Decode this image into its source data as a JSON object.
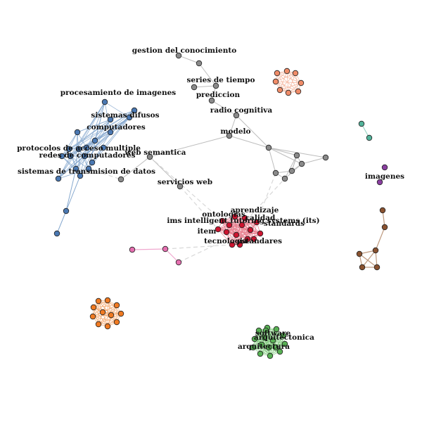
{
  "graph": {
    "type": "network",
    "colors": {
      "gray": "#8a8a8a",
      "blue": "#4a78b2",
      "red": "#cc1530",
      "salmon": "#f08c68",
      "teal": "#52b39a",
      "purple": "#8a3fa0",
      "brown": "#8a5230",
      "pink": "#e56fb0",
      "orange": "#f07a22",
      "green": "#58b154",
      "edge_gray": "#bdbdbd",
      "edge_blue": "#87a9cf",
      "edge_red": "#e88090",
      "edge_salmon": "#f5b49c",
      "edge_teal": "#8fd0bf",
      "edge_brown": "#bf9b80",
      "edge_pink": "#f0a8cf",
      "edge_orange": "#f5ae78",
      "edge_green": "#8ccf88",
      "edge_dashed": "#d8d8d8"
    },
    "labels": [
      "gestion del conocimiento",
      "series de tiempo",
      "prediccion",
      "radio cognitiva",
      "modelo",
      "web semantica",
      "servicios web",
      "procesamiento de imagenes",
      "sistemas difusos",
      "computadores",
      "protocolos de acceso multiple",
      "redes de computadores",
      "sistemas de transmision de datos",
      "imagenes",
      "aprendizaje",
      "ontologias",
      "calidad",
      "ims intelligent tutoring systems (its)",
      "standards",
      "item",
      "estandares",
      "tecnologia",
      "software",
      "arquitectonica",
      "arquitectura"
    ]
  }
}
